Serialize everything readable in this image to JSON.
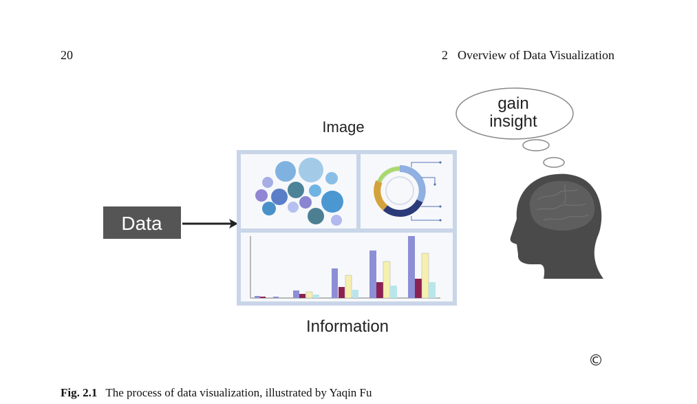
{
  "header": {
    "page_number": "20",
    "chapter_number": "2",
    "chapter_title": "Overview of Data Visualization"
  },
  "figure": {
    "data_label": "Data",
    "image_label": "Image",
    "information_label": "Information",
    "thought_line1": "gain",
    "thought_line2": "insight",
    "copyright_symbol": "©",
    "colors": {
      "panel_border": "#c9d5e8",
      "data_box": "#555555",
      "head": "#4a4a4a",
      "bar_purple": "#8c8fd6",
      "bar_maroon": "#8b2252",
      "bar_yellow": "#f5f0b0",
      "bar_cyan": "#b8e6ea"
    }
  },
  "caption": {
    "label": "Fig. 2.1",
    "text": "The process of data visualization, illustrated by Yaqin Fu"
  }
}
